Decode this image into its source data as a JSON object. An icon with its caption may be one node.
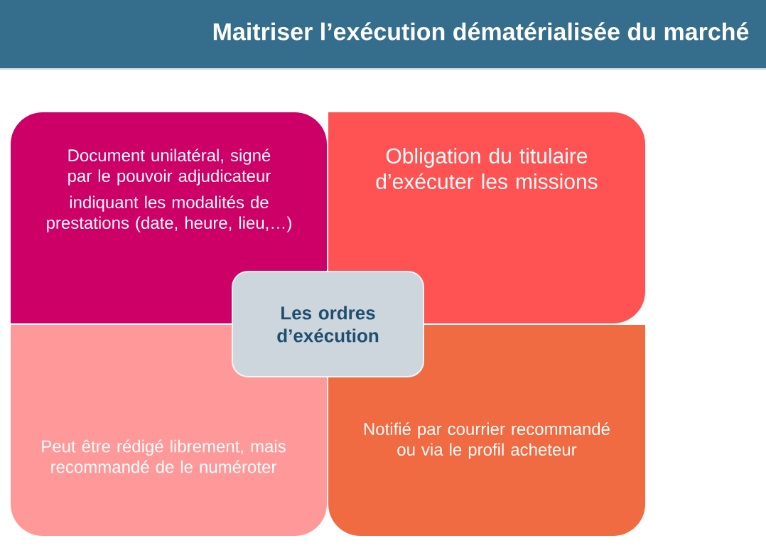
{
  "diagram": {
    "title": "Maitriser l’exécution dématérialisée du marché",
    "nodes": [
      {
        "text": [
          "Document unilatéral, signé par le pouvoir adjudicateur",
          "indiquant les modalités de prestations (date, heure, lieu,…)"
        ]
      },
      {
        "text": [
          "Obligation du titulaire d’exécuter les missions"
        ]
      },
      {
        "text": [
          "Peut être rédigé librement, mais recommandé de le numéroter"
        ]
      },
      {
        "text": [
          "Notifié par courrier recommandé ou via le profil acheteur"
        ]
      },
      {
        "text": [
          "Les ordres d’exécution"
        ]
      }
    ]
  }
}
